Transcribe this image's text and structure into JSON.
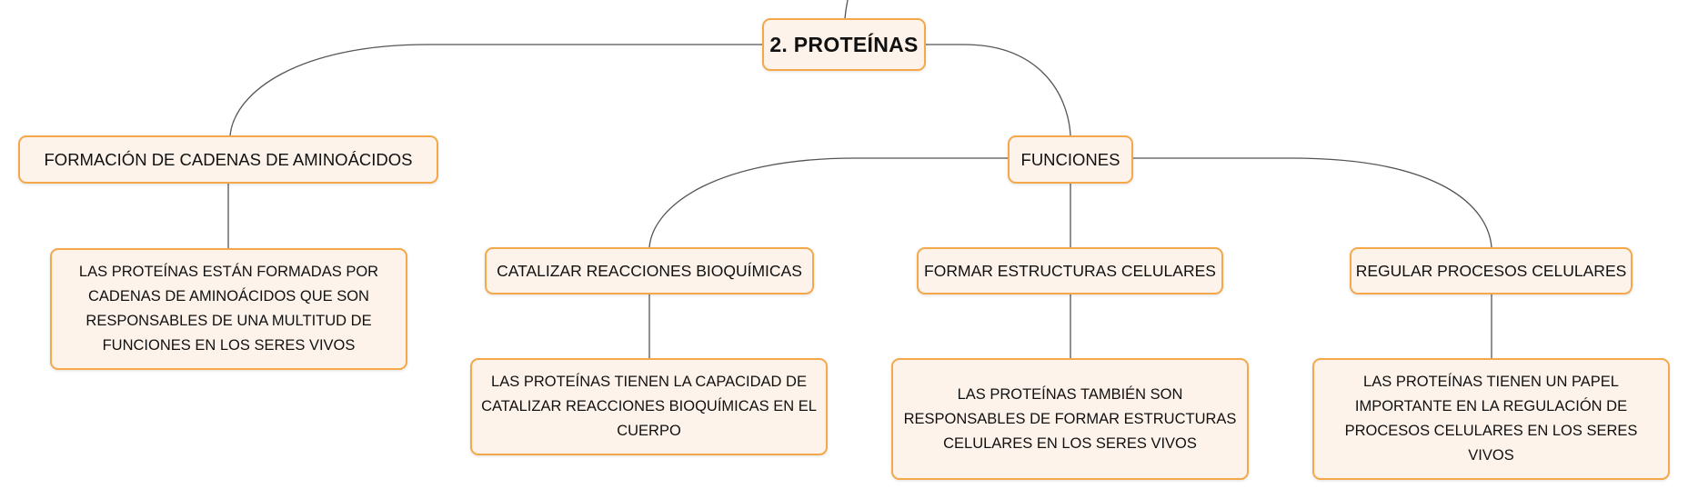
{
  "colors": {
    "node_fill": "#fdf3ea",
    "node_border": "#f4a84a",
    "connector": "#555555"
  },
  "root": {
    "label": "2. PROTEÍNAS"
  },
  "branches": {
    "formacion": {
      "label": "FORMACIÓN DE CADENAS DE AMINOÁCIDOS",
      "description": "LAS PROTEÍNAS ESTÁN FORMADAS POR CADENAS DE AMINOÁCIDOS QUE SON RESPONSABLES DE UNA MULTITUD DE FUNCIONES EN LOS SERES VIVOS"
    },
    "funciones": {
      "label": "FUNCIONES",
      "children": [
        {
          "label": "CATALIZAR REACCIONES BIOQUÍMICAS",
          "description": "LAS PROTEÍNAS TIENEN LA CAPACIDAD DE CATALIZAR REACCIONES BIOQUÍMICAS EN EL CUERPO"
        },
        {
          "label": "FORMAR ESTRUCTURAS CELULARES",
          "description": "LAS PROTEÍNAS TAMBIÉN SON RESPONSABLES DE FORMAR ESTRUCTURAS CELULARES EN LOS SERES VIVOS"
        },
        {
          "label": "REGULAR PROCESOS CELULARES",
          "description": "LAS PROTEÍNAS TIENEN UN PAPEL IMPORTANTE EN LA REGULACIÓN DE PROCESOS CELULARES EN LOS SERES VIVOS"
        }
      ]
    }
  }
}
